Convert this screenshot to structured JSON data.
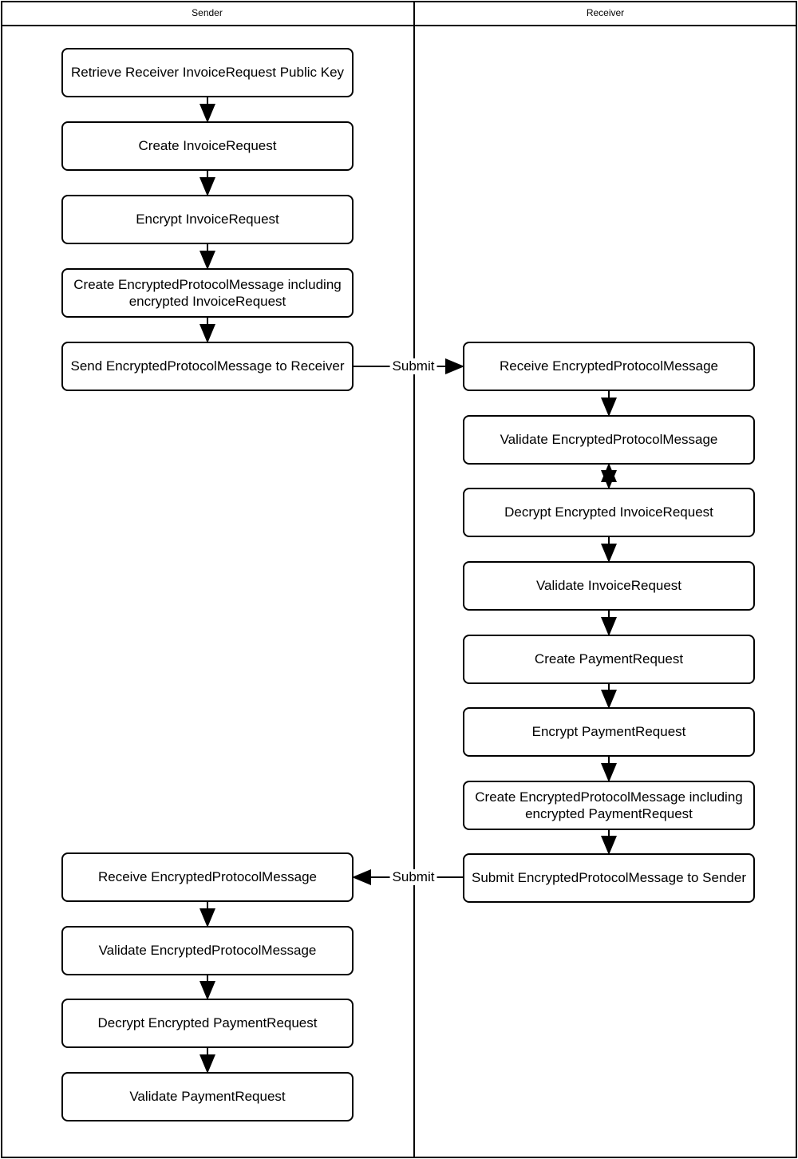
{
  "diagram": {
    "type": "swimlane-flowchart",
    "lanes": [
      {
        "label": "Sender"
      },
      {
        "label": "Receiver"
      }
    ],
    "nodes": {
      "s1": {
        "lane": "Sender",
        "label": "Retrieve Receiver InvoiceRequest Public Key"
      },
      "s2": {
        "lane": "Sender",
        "label": "Create InvoiceRequest"
      },
      "s3": {
        "lane": "Sender",
        "label": "Encrypt InvoiceRequest"
      },
      "s4": {
        "lane": "Sender",
        "label": "Create EncryptedProtocolMessage including encrypted InvoiceRequest"
      },
      "s5": {
        "lane": "Sender",
        "label": "Send EncryptedProtocolMessage to Receiver"
      },
      "r1": {
        "lane": "Receiver",
        "label": "Receive EncryptedProtocolMessage"
      },
      "r2": {
        "lane": "Receiver",
        "label": "Validate EncryptedProtocolMessage"
      },
      "r3": {
        "lane": "Receiver",
        "label": "Decrypt Encrypted InvoiceRequest"
      },
      "r4": {
        "lane": "Receiver",
        "label": "Validate InvoiceRequest"
      },
      "r5": {
        "lane": "Receiver",
        "label": "Create PaymentRequest"
      },
      "r6": {
        "lane": "Receiver",
        "label": "Encrypt PaymentRequest"
      },
      "r7": {
        "lane": "Receiver",
        "label": "Create EncryptedProtocolMessage including encrypted PaymentRequest"
      },
      "r8": {
        "lane": "Receiver",
        "label": "Submit EncryptedProtocolMessage to Sender"
      },
      "s6": {
        "lane": "Sender",
        "label": "Receive EncryptedProtocolMessage"
      },
      "s7": {
        "lane": "Sender",
        "label": "Validate EncryptedProtocolMessage"
      },
      "s8": {
        "lane": "Sender",
        "label": "Decrypt Encrypted PaymentRequest"
      },
      "s9": {
        "lane": "Sender",
        "label": "Validate PaymentRequest"
      }
    },
    "edges": [
      {
        "from": "s1",
        "to": "s2"
      },
      {
        "from": "s2",
        "to": "s3"
      },
      {
        "from": "s3",
        "to": "s4"
      },
      {
        "from": "s4",
        "to": "s5"
      },
      {
        "from": "s5",
        "to": "r1",
        "label": "Submit"
      },
      {
        "from": "r1",
        "to": "r2"
      },
      {
        "from": "r2",
        "to": "r3",
        "bidirectional": true
      },
      {
        "from": "r3",
        "to": "r4"
      },
      {
        "from": "r4",
        "to": "r5"
      },
      {
        "from": "r5",
        "to": "r6"
      },
      {
        "from": "r6",
        "to": "r7"
      },
      {
        "from": "r7",
        "to": "r8"
      },
      {
        "from": "r8",
        "to": "s6",
        "label": "Submit"
      },
      {
        "from": "s6",
        "to": "s7"
      },
      {
        "from": "s7",
        "to": "s8"
      },
      {
        "from": "s8",
        "to": "s9"
      }
    ],
    "colors": {
      "line": "#000000",
      "fill": "#ffffff",
      "text": "#000000"
    }
  }
}
